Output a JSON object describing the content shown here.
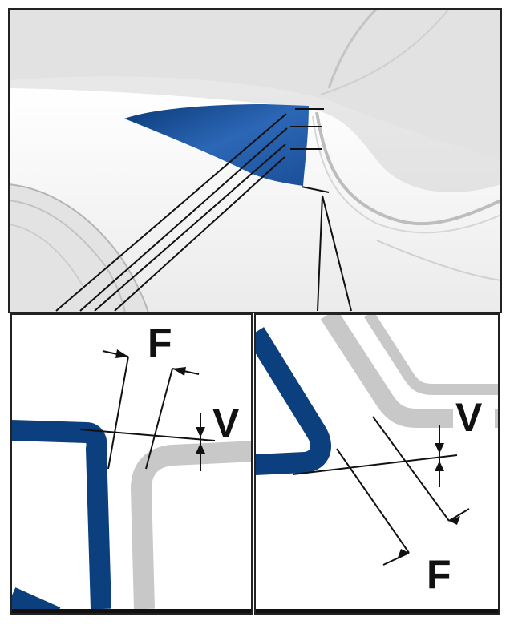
{
  "labels": {
    "left_gap": "F",
    "left_flush": "V",
    "right_flush": "V",
    "right_gap": "F"
  },
  "colors": {
    "part_blue": "#0b3f7d",
    "adjacent_gray": "#c8c8c8",
    "line": "#111111",
    "body_white": "#f4f4f4"
  }
}
